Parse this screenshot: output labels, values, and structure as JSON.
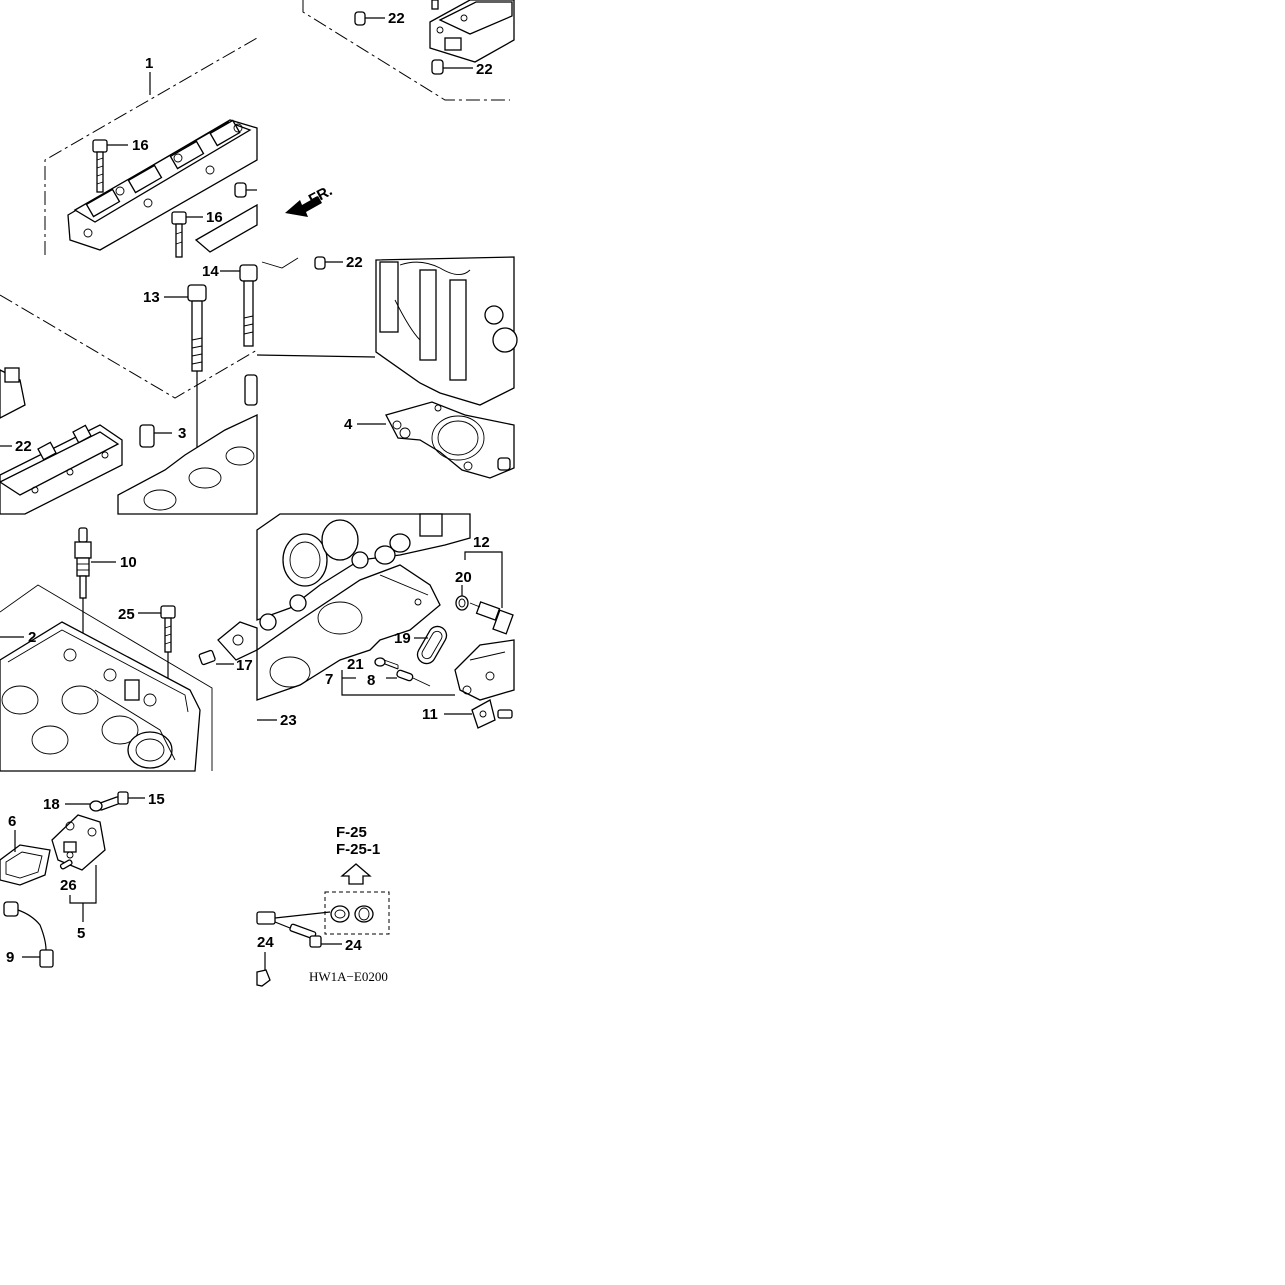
{
  "diagram": {
    "callouts": [
      {
        "n": "1"
      },
      {
        "n": "2"
      },
      {
        "n": "3"
      },
      {
        "n": "4"
      },
      {
        "n": "5"
      },
      {
        "n": "6"
      },
      {
        "n": "7"
      },
      {
        "n": "8"
      },
      {
        "n": "9"
      },
      {
        "n": "10"
      },
      {
        "n": "11"
      },
      {
        "n": "12"
      },
      {
        "n": "13"
      },
      {
        "n": "14"
      },
      {
        "n": "15"
      },
      {
        "n": "16"
      },
      {
        "n": "16"
      },
      {
        "n": "17"
      },
      {
        "n": "18"
      },
      {
        "n": "19"
      },
      {
        "n": "20"
      },
      {
        "n": "21"
      },
      {
        "n": "22"
      },
      {
        "n": "22"
      },
      {
        "n": "22"
      },
      {
        "n": "22"
      },
      {
        "n": "23"
      },
      {
        "n": "24"
      },
      {
        "n": "24"
      },
      {
        "n": "25"
      },
      {
        "n": "26"
      }
    ],
    "direction_label": "FR.",
    "ref_codes": [
      "F-25",
      "F-25-1"
    ],
    "diagram_code": "HW1A−E0200"
  }
}
